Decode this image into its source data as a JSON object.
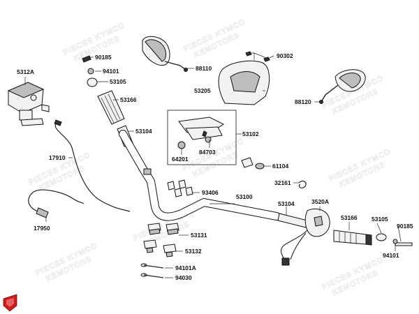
{
  "diagram": {
    "watermark_line1": "PIECES KYMCO",
    "watermark_line2": "KEMOTORS",
    "part_labels": {
      "p5312A": "5312A",
      "p90185a": "90185",
      "p94101a": "94101",
      "p53105a": "53105",
      "p53166a": "53166",
      "p53104a": "53104",
      "p88110": "88110",
      "p90302": "90302",
      "p53205": "53205",
      "p88120": "88120",
      "p53102": "53102",
      "p84703": "84703",
      "p64201": "64201",
      "p17910": "17910",
      "p61104": "61104",
      "p93406": "93406",
      "p32161": "32161",
      "p53100": "53100",
      "p53104b": "53104",
      "p3520A": "3520A",
      "p53166b": "53166",
      "p53105b": "53105",
      "p90185b": "90185",
      "p94101b": "94101",
      "p17950": "17950",
      "p53131": "53131",
      "p53132": "53132",
      "p94101A": "94101A",
      "p94030": "94030"
    }
  }
}
